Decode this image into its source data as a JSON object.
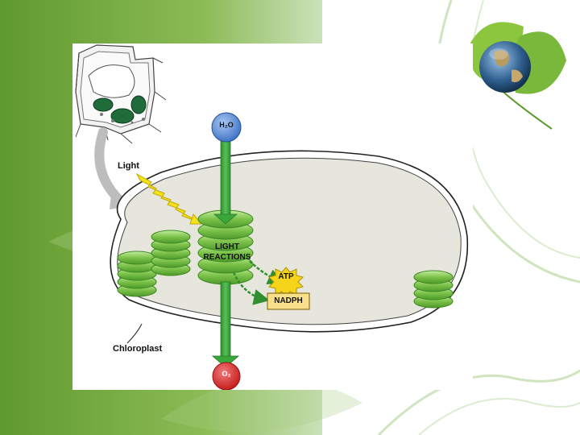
{
  "diagram": {
    "labels": {
      "light": "Light",
      "light_reactions_line1": "LIGHT",
      "light_reactions_line2": "REACTIONS",
      "atp": "ATP",
      "nadph": "NADPH",
      "chloroplast": "Chloroplast"
    },
    "molecules": {
      "h2o": "H₂O",
      "o2": "O₂"
    }
  },
  "colors": {
    "slide_green": "#5f9a2e",
    "thylakoid_green": "#7cc24a",
    "arrow_green": "#3aa53a",
    "stroma_gray": "#e6e6dc",
    "h2o_blue": "#3a6fc4",
    "o2_red": "#d41f1f",
    "atp_yellow": "#f5d41a",
    "nadph_fill": "#f8e08a"
  }
}
